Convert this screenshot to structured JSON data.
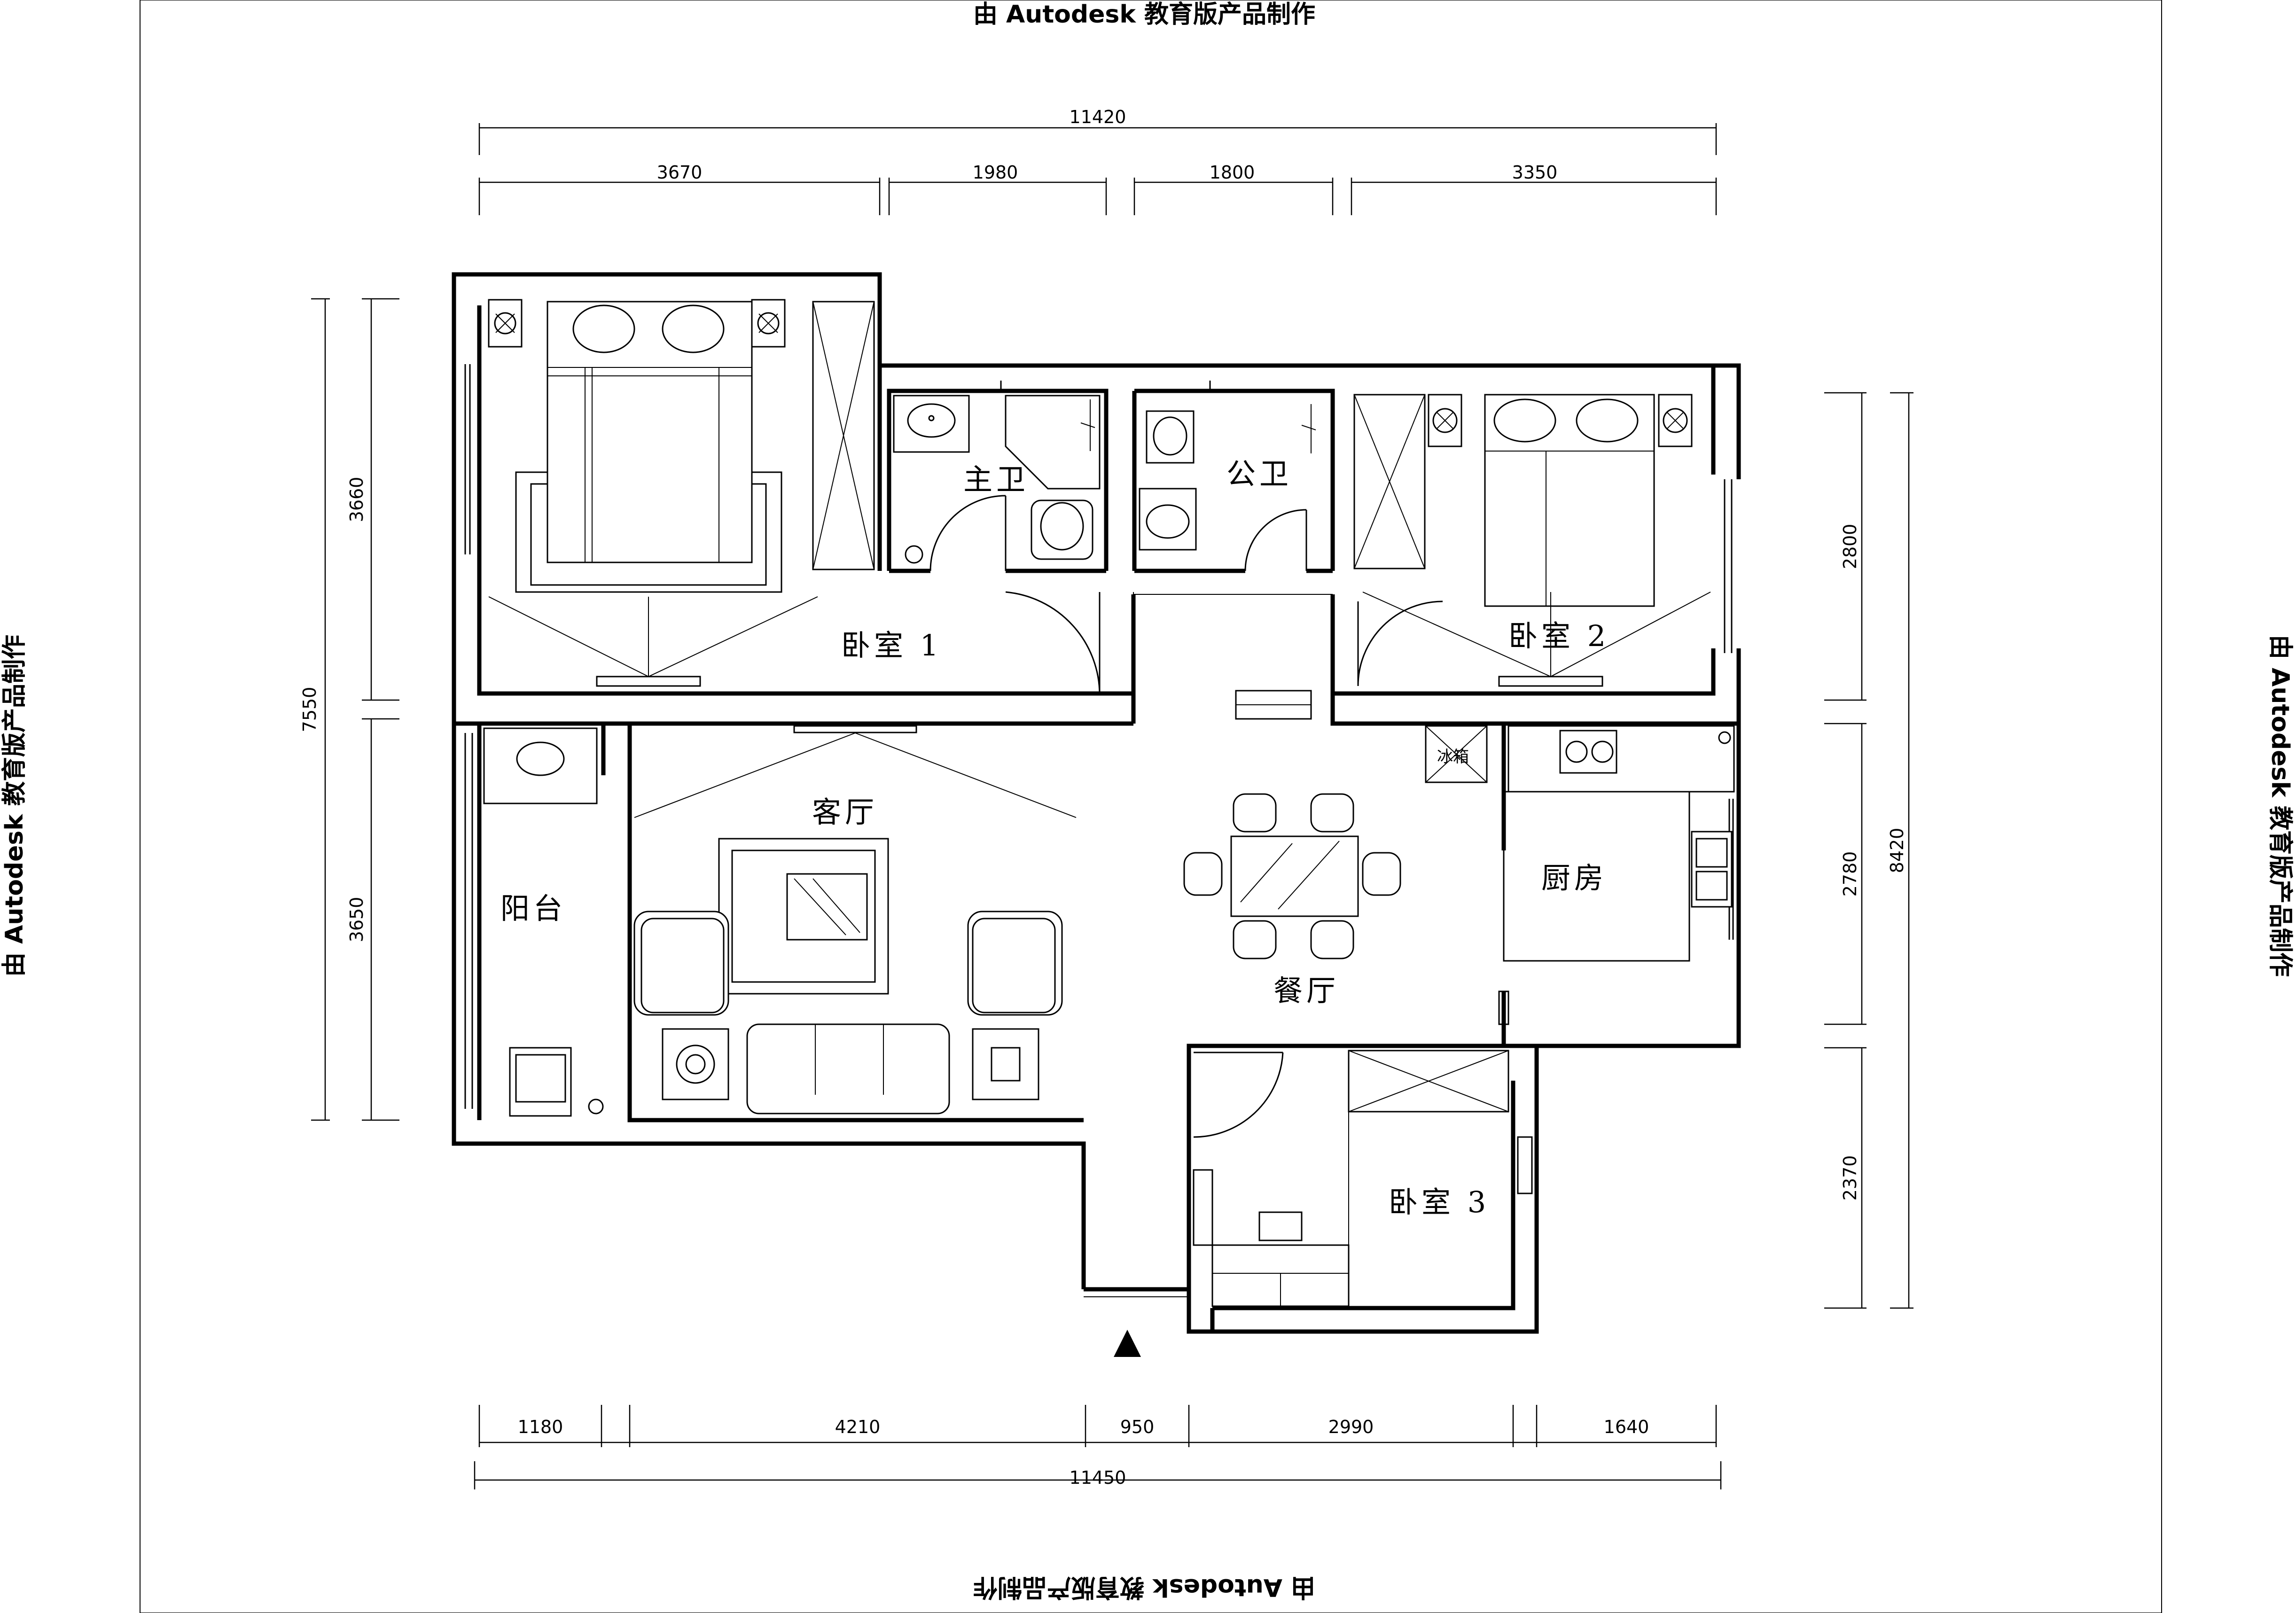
{
  "watermark": {
    "text": "由 Autodesk 教育版产品制作"
  },
  "dimensions": {
    "top_total": "11420",
    "top_segments": [
      "3670",
      "1980",
      "1800",
      "3350"
    ],
    "bottom_total": "11450",
    "bottom_segments": [
      "1180",
      "4210",
      "950",
      "2990",
      "1640"
    ],
    "left_total": "7550",
    "left_segments": [
      "3660",
      "3650"
    ],
    "right_total": "8420",
    "right_segments": [
      "2800",
      "2780",
      "2370"
    ]
  },
  "rooms": {
    "bedroom1": "卧室 1",
    "bedroom2": "卧室 2",
    "bedroom3": "卧室 3",
    "master_bath": "主卫",
    "public_bath": "公卫",
    "living_room": "客厅",
    "dining_room": "餐厅",
    "kitchen": "厨房",
    "balcony": "阳台",
    "fridge": "冰箱"
  },
  "colors": {
    "line": "#000000",
    "background": "#ffffff"
  }
}
